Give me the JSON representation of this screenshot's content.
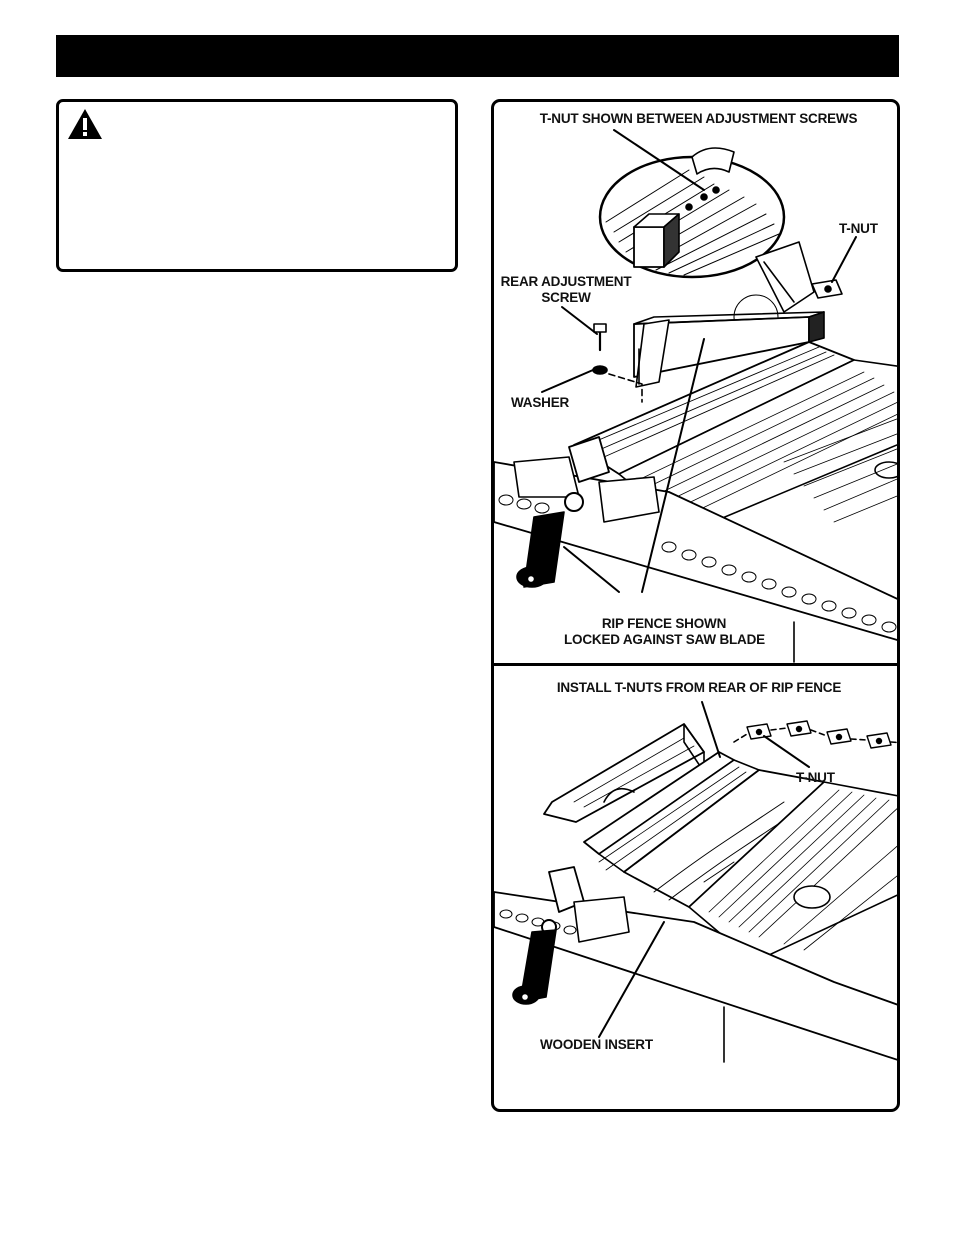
{
  "header": {
    "title": ""
  },
  "warning": {
    "icon": "warning-triangle-icon",
    "text": ""
  },
  "figure_top": {
    "label_tnut_between": "T-NUT SHOWN BETWEEN ADJUSTMENT SCREWS",
    "label_tnut": "T-NUT",
    "label_rear_adjust_1": "REAR ADJUSTMENT",
    "label_rear_adjust_2": "SCREW",
    "label_washer": "WASHER",
    "label_rip_fence_1": "RIP FENCE SHOWN",
    "label_rip_fence_2": "LOCKED AGAINST SAW BLADE"
  },
  "figure_bottom": {
    "label_install": "INSTALL T-NUTS FROM REAR OF RIP FENCE",
    "label_tnut": "T-NUT",
    "label_wooden_insert": "WOODEN INSERT"
  }
}
